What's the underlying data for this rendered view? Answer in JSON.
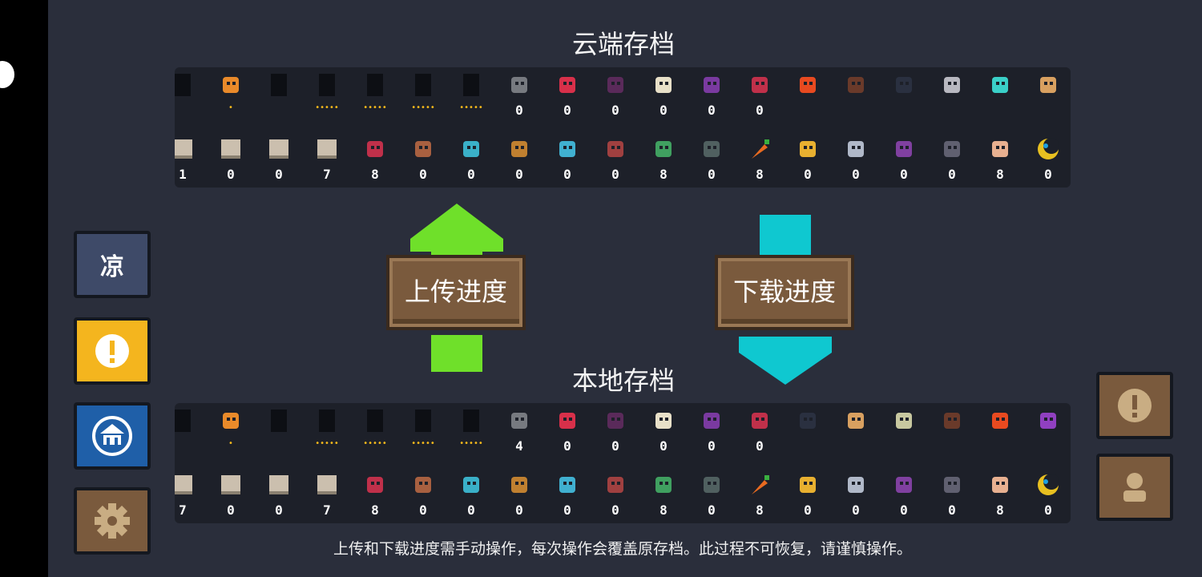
{
  "cloud": {
    "title": "云端存档"
  },
  "local": {
    "title": "本地存档"
  },
  "actions": {
    "upload_label": "上传进度",
    "download_label": "下载进度"
  },
  "footer": {
    "note": "上传和下载进度需手动操作，每次操作会覆盖原存档。此过程不可恢复，请谨慎操作。"
  },
  "side_left": {
    "label_1": "凉"
  },
  "cloud_row1": [
    {
      "icon": "silhouette-icon",
      "color": "#0d0f14",
      "count": ""
    },
    {
      "icon": "miner-knight-icon",
      "color": "#e98a2a",
      "count": "",
      "stars": "•"
    },
    {
      "icon": "silhouette-icon",
      "color": "#0d0f14",
      "count": ""
    },
    {
      "icon": "silhouette-icon",
      "color": "#0d0f14",
      "count": "",
      "stars": "•••••"
    },
    {
      "icon": "silhouette-icon",
      "color": "#0d0f14",
      "count": "",
      "stars": "•••••"
    },
    {
      "icon": "silhouette-icon",
      "color": "#0d0f14",
      "count": "",
      "stars": "•••••"
    },
    {
      "icon": "silhouette-icon",
      "color": "#0d0f14",
      "count": "",
      "stars": "•••••"
    },
    {
      "icon": "gun-icon",
      "color": "#777a80",
      "count": "0"
    },
    {
      "icon": "red-slime-icon",
      "color": "#d8304a",
      "count": "0"
    },
    {
      "icon": "dark-beast-icon",
      "color": "#5a2a5a",
      "count": "0"
    },
    {
      "icon": "scroll-paper-icon",
      "color": "#e8e0c8",
      "count": "0"
    },
    {
      "icon": "purple-demon-icon",
      "color": "#7a3aa0",
      "count": "0"
    },
    {
      "icon": "red-demon-icon",
      "color": "#c0304a",
      "count": "0"
    },
    {
      "icon": "fire-wing-icon",
      "color": "#e84a20",
      "count": ""
    },
    {
      "icon": "stick-icon",
      "color": "#6a3a2a",
      "count": ""
    },
    {
      "icon": "black-cat-icon",
      "color": "#2a3040",
      "count": ""
    },
    {
      "icon": "grey-cat-icon",
      "color": "#b8b8c0",
      "count": ""
    },
    {
      "icon": "cyan-cat-icon",
      "color": "#3ad0c8",
      "count": ""
    },
    {
      "icon": "shiba-dog-icon",
      "color": "#d8a060",
      "count": ""
    }
  ],
  "cloud_row2": [
    {
      "icon": "parchment-icon",
      "color": "#cbbfae",
      "count": "1"
    },
    {
      "icon": "parchment-icon",
      "color": "#cbbfae",
      "count": "0"
    },
    {
      "icon": "parchment-icon",
      "color": "#cbbfae",
      "count": "0"
    },
    {
      "icon": "parchment-icon",
      "color": "#cbbfae",
      "count": "7"
    },
    {
      "icon": "red-device-icon",
      "color": "#c0304a",
      "count": "8"
    },
    {
      "icon": "robot-box-icon",
      "color": "#a86040",
      "count": "0"
    },
    {
      "icon": "cyan-machine-icon",
      "color": "#3ab0c8",
      "count": "0"
    },
    {
      "icon": "totem-icon",
      "color": "#c08030",
      "count": "0"
    },
    {
      "icon": "feather-icon",
      "color": "#40b0d0",
      "count": "0"
    },
    {
      "icon": "gadget-icon",
      "color": "#a04040",
      "count": "0"
    },
    {
      "icon": "green-turret-icon",
      "color": "#40a060",
      "count": "8"
    },
    {
      "icon": "slate-icon",
      "color": "#506060",
      "count": "0"
    },
    {
      "icon": "carrot-icon",
      "color": "#e86a20",
      "count": "8"
    },
    {
      "icon": "gold-figure-icon",
      "color": "#e8b030",
      "count": "0"
    },
    {
      "icon": "silver-crown-icon",
      "color": "#b0b8c8",
      "count": "0"
    },
    {
      "icon": "plant-icon",
      "color": "#8040a0",
      "count": "0"
    },
    {
      "icon": "robot-head-icon",
      "color": "#606070",
      "count": "0"
    },
    {
      "icon": "face-icon",
      "color": "#e8b090",
      "count": "8"
    },
    {
      "icon": "moon-icon",
      "color": "#e8c020",
      "count": "0"
    }
  ],
  "local_row1": [
    {
      "icon": "silhouette-icon",
      "color": "#0d0f14",
      "count": ""
    },
    {
      "icon": "miner-knight-icon",
      "color": "#e98a2a",
      "count": "",
      "stars": "•"
    },
    {
      "icon": "silhouette-icon",
      "color": "#0d0f14",
      "count": ""
    },
    {
      "icon": "silhouette-icon",
      "color": "#0d0f14",
      "count": "",
      "stars": "•••••"
    },
    {
      "icon": "silhouette-icon",
      "color": "#0d0f14",
      "count": "",
      "stars": "•••••"
    },
    {
      "icon": "silhouette-icon",
      "color": "#0d0f14",
      "count": "",
      "stars": "•••••"
    },
    {
      "icon": "silhouette-icon",
      "color": "#0d0f14",
      "count": "",
      "stars": "•••••"
    },
    {
      "icon": "gun-icon",
      "color": "#777a80",
      "count": "4"
    },
    {
      "icon": "red-slime-icon",
      "color": "#d8304a",
      "count": "0"
    },
    {
      "icon": "dark-beast-icon",
      "color": "#5a2a5a",
      "count": "0"
    },
    {
      "icon": "scroll-paper-icon",
      "color": "#e8e0c8",
      "count": "0"
    },
    {
      "icon": "purple-demon-icon",
      "color": "#7a3aa0",
      "count": "0"
    },
    {
      "icon": "red-demon-icon",
      "color": "#c0304a",
      "count": "0"
    },
    {
      "icon": "black-cat-icon",
      "color": "#2a3040",
      "count": ""
    },
    {
      "icon": "shiba-dog-icon",
      "color": "#d8a060",
      "count": ""
    },
    {
      "icon": "owl-icon",
      "color": "#c8c8a0",
      "count": ""
    },
    {
      "icon": "stick-icon",
      "color": "#6a3a2a",
      "count": ""
    },
    {
      "icon": "fire-wing-icon",
      "color": "#e84a20",
      "count": ""
    },
    {
      "icon": "purple-rocket-icon",
      "color": "#9040c0",
      "count": ""
    }
  ],
  "local_row2": [
    {
      "icon": "parchment-icon",
      "color": "#cbbfae",
      "count": "7"
    },
    {
      "icon": "parchment-icon",
      "color": "#cbbfae",
      "count": "0"
    },
    {
      "icon": "parchment-icon",
      "color": "#cbbfae",
      "count": "0"
    },
    {
      "icon": "parchment-icon",
      "color": "#cbbfae",
      "count": "7"
    },
    {
      "icon": "red-device-icon",
      "color": "#c0304a",
      "count": "8"
    },
    {
      "icon": "robot-box-icon",
      "color": "#a86040",
      "count": "0"
    },
    {
      "icon": "cyan-machine-icon",
      "color": "#3ab0c8",
      "count": "0"
    },
    {
      "icon": "totem-icon",
      "color": "#c08030",
      "count": "0"
    },
    {
      "icon": "feather-icon",
      "color": "#40b0d0",
      "count": "0"
    },
    {
      "icon": "gadget-icon",
      "color": "#a04040",
      "count": "0"
    },
    {
      "icon": "green-turret-icon",
      "color": "#40a060",
      "count": "8"
    },
    {
      "icon": "slate-icon",
      "color": "#506060",
      "count": "0"
    },
    {
      "icon": "carrot-icon",
      "color": "#e86a20",
      "count": "8"
    },
    {
      "icon": "gold-figure-icon",
      "color": "#e8b030",
      "count": "0"
    },
    {
      "icon": "silver-crown-icon",
      "color": "#b0b8c8",
      "count": "0"
    },
    {
      "icon": "plant-icon",
      "color": "#8040a0",
      "count": "0"
    },
    {
      "icon": "robot-head-icon",
      "color": "#606070",
      "count": "0"
    },
    {
      "icon": "face-icon",
      "color": "#e8b090",
      "count": "8"
    },
    {
      "icon": "moon-icon",
      "color": "#e8c020",
      "count": "0"
    }
  ]
}
